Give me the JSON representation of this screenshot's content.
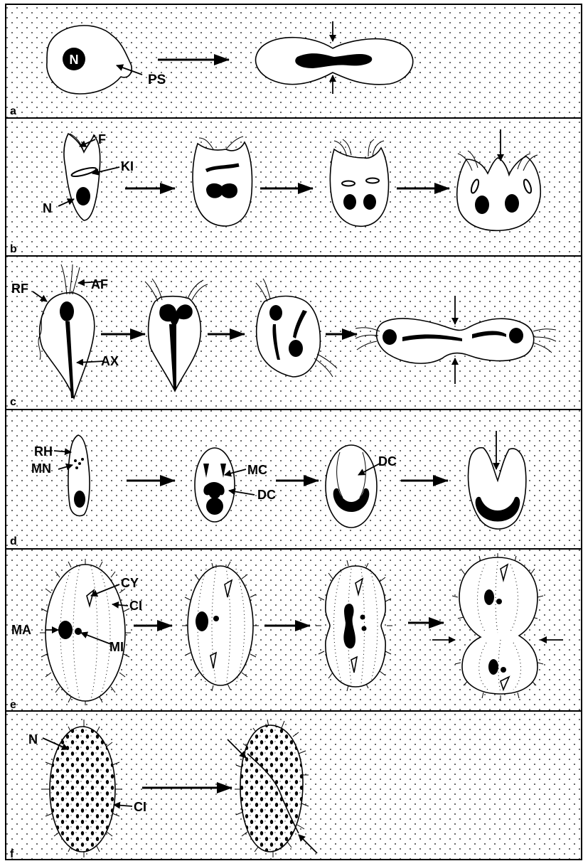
{
  "panels": [
    {
      "letter": "a",
      "labels": [
        "N",
        "PS"
      ]
    },
    {
      "letter": "b",
      "labels": [
        "F",
        "KI",
        "N"
      ]
    },
    {
      "letter": "c",
      "labels": [
        "RF",
        "AF",
        "AX"
      ]
    },
    {
      "letter": "d",
      "labels": [
        "RH",
        "MN",
        "MC",
        "DC",
        "DC"
      ]
    },
    {
      "letter": "e",
      "labels": [
        "CY",
        "CI",
        "MA",
        "MI"
      ]
    },
    {
      "letter": "f",
      "labels": [
        "N",
        "CI"
      ]
    }
  ]
}
